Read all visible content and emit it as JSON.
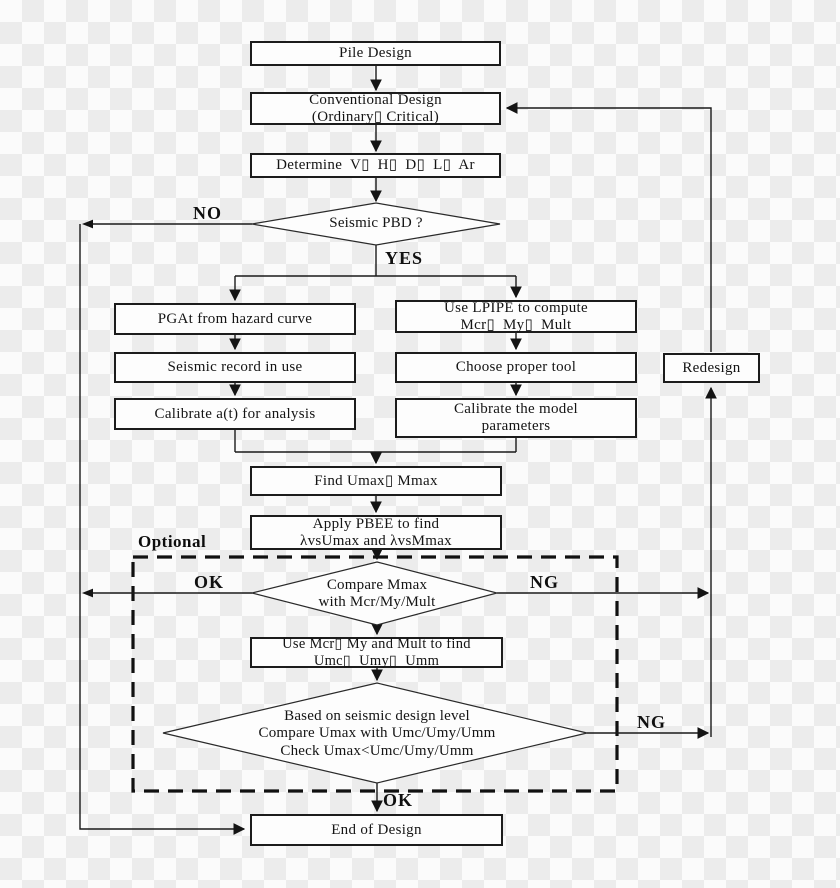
{
  "labels": {
    "no": "NO",
    "yes": "YES",
    "optional": "Optional",
    "ok_compare": "OK",
    "ng_compare": "NG",
    "ng_check": "NG",
    "ok_check": "OK"
  },
  "nodes": {
    "pile_design": {
      "text": "Pile Design"
    },
    "conventional_design": {
      "lines": [
        "Conventional Design",
        "(Ordinary▯ Critical)"
      ]
    },
    "determine": {
      "text": "Determine V▯ H▯ D▯ L▯ Ar"
    },
    "seismic_pbd": {
      "text": "Seismic PBD ?"
    },
    "pgat": {
      "text": "PGAt from hazard curve"
    },
    "seismic_record": {
      "text": "Seismic record in use"
    },
    "calibrate_at": {
      "text": "Calibrate a(t) for analysis"
    },
    "use_lpipe": {
      "lines": [
        "Use LPIPE to compute",
        "Mcr▯ My▯ Mult"
      ]
    },
    "choose_tool": {
      "text": "Choose proper tool"
    },
    "calibrate_model": {
      "lines": [
        "Calibrate the model",
        "parameters"
      ]
    },
    "find_umax": {
      "text": "Find Umax▯ Mmax"
    },
    "apply_pbee": {
      "lines": [
        "Apply PBEE to find",
        "λvsUmax and λvsMmax"
      ]
    },
    "compare_mmax": {
      "lines": [
        "Compare Mmax",
        "with Mcr/My/Mult"
      ]
    },
    "use_mcr": {
      "lines": [
        "Use Mcr▯ My and Mult to find",
        "Umc▯ Umy▯ Umm"
      ]
    },
    "design_level_check": {
      "lines": [
        "Based on seismic design level",
        "Compare Umax with Umc/Umy/Umm",
        "Check Umax<Umc/Umy/Umm"
      ]
    },
    "end_of_design": {
      "text": "End of Design"
    },
    "redesign": {
      "text": "Redesign"
    }
  }
}
